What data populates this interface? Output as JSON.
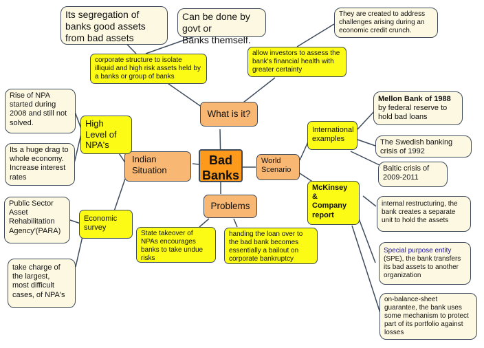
{
  "center": "Bad\nBanks",
  "what_is_it": {
    "label": "What is it?",
    "segregation": "Its segregation of\nbanks good assets\nfrom bad assets",
    "govt": "Can be done by govt or\nBanks themself.",
    "crunch": "They are created to address\nchallenges arising during an\neconomic credit crunch.",
    "corporate_structure": "corporate structure to isolate\nilliquid and high risk assets held by\na banks or group of banks",
    "investors": "allow investors to assess the\nbank's financial health with\ngreater certainty"
  },
  "indian_situation": {
    "label": "Indian\nSituation",
    "high_npa": "High\nLevel of\nNPA's",
    "npa_rise": "Rise of NPA\nstarted during\n2008 and still not\nsolved.",
    "drag": "Its a huge drag to\nwhole economy.\nIncrease interest\nrates",
    "economic_survey": "Economic\nsurvey",
    "para": "Public Sector\nAsset\nRehabilitation\nAgency'(PARA)",
    "take_charge": "take charge of\nthe largest,\nmost difficult\ncases, of NPA's"
  },
  "problems": {
    "label": "Problems",
    "state_takeover": "State takeover of\nNPAs encourages\nbanks to take undue\nrisks",
    "handing_loan": "handing the loan over to\nthe bad bank becomes\nessentially a bailout on\ncorporate bankruptcy"
  },
  "world_scenario": {
    "label": "World\nScenario",
    "international": "International\nexamples",
    "mellon_title": "Mellon Bank of 1988",
    "mellon_body": "by federal reserve to\nhold bad loans",
    "swedish": "The Swedish banking\ncrisis of 1992",
    "baltic": "Baltic crisis of\n2009-2011",
    "mckinsey": "McKinsey\n&\nCompany\nreport",
    "internal_restructuring": "internal restructuring, the\nbank creates a separate\nunit to hold the assets",
    "spe_title": "Special purpose entity",
    "spe_body": "(SPE), the bank transfers\nits bad assets to another\norganization",
    "guarantee": "on-balance-sheet\nguarantee, the bank uses\nsome mechanism  to protect\npart of its portfolio against\nlosses"
  }
}
